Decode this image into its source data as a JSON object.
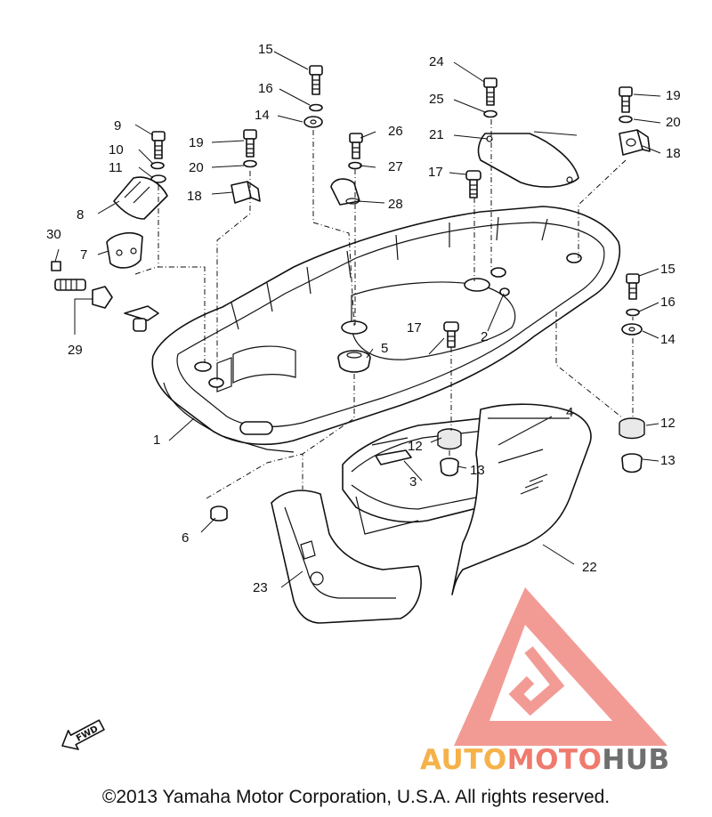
{
  "diagram": {
    "callouts": [
      "1",
      "2",
      "3",
      "4",
      "5",
      "6",
      "7",
      "8",
      "9",
      "10",
      "11",
      "12",
      "12",
      "13",
      "13",
      "14",
      "14",
      "15",
      "15",
      "16",
      "16",
      "17",
      "17",
      "18",
      "18",
      "19",
      "19",
      "20",
      "20",
      "21",
      "22",
      "23",
      "24",
      "25",
      "26",
      "27",
      "28",
      "29",
      "30"
    ],
    "fwd_label": "FWD"
  },
  "footer": {
    "copyright": "©2013 Yamaha Motor Corporation, U.S.A. All rights reserved."
  },
  "watermark": {
    "part1": "AUTO",
    "part2": "MOTO",
    "part3": "HUB",
    "colors": {
      "auto": "#f6b24a",
      "moto": "#f07a6e",
      "hub": "#6f6f6f",
      "logo": "#f08a82"
    }
  }
}
